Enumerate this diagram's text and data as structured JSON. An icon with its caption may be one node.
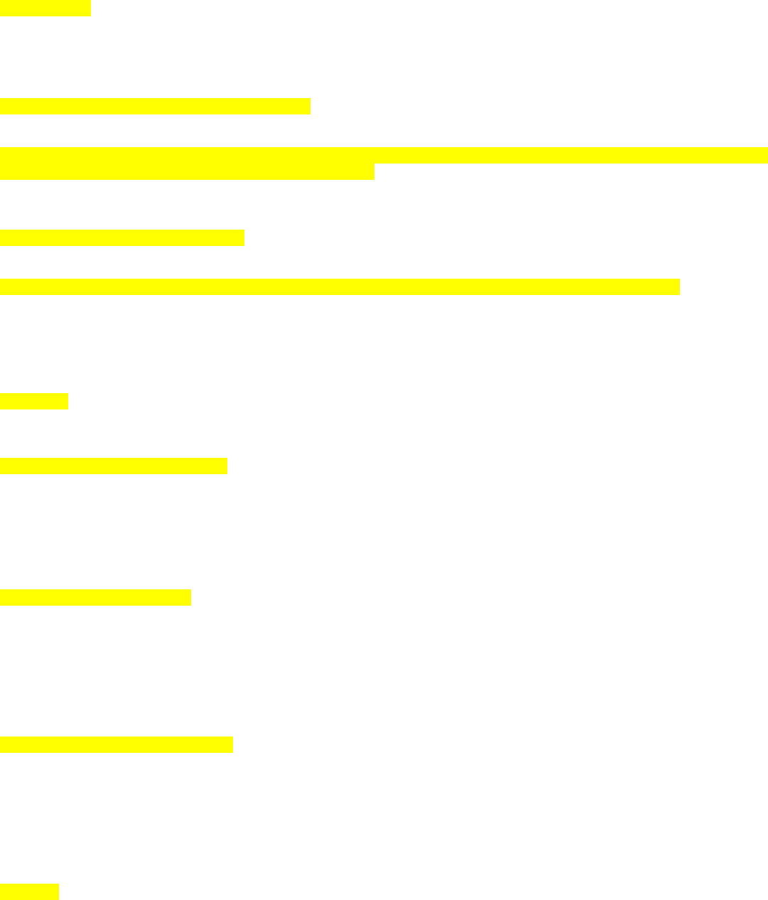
{
  "diagram": {
    "nodes": [
      {
        "text": [],
        "shape": "bar"
      },
      {
        "text": [],
        "shape": "bar"
      },
      {
        "text": [],
        "shape": "bar"
      },
      {
        "text": [],
        "shape": "bar"
      },
      {
        "text": [],
        "shape": "bar"
      },
      {
        "text": [],
        "shape": "bar"
      },
      {
        "text": [],
        "shape": "bar"
      },
      {
        "text": [],
        "shape": "bar"
      },
      {
        "text": [],
        "shape": "bar"
      },
      {
        "text": [],
        "shape": "bar"
      },
      {
        "text": [],
        "shape": "bar"
      }
    ]
  }
}
